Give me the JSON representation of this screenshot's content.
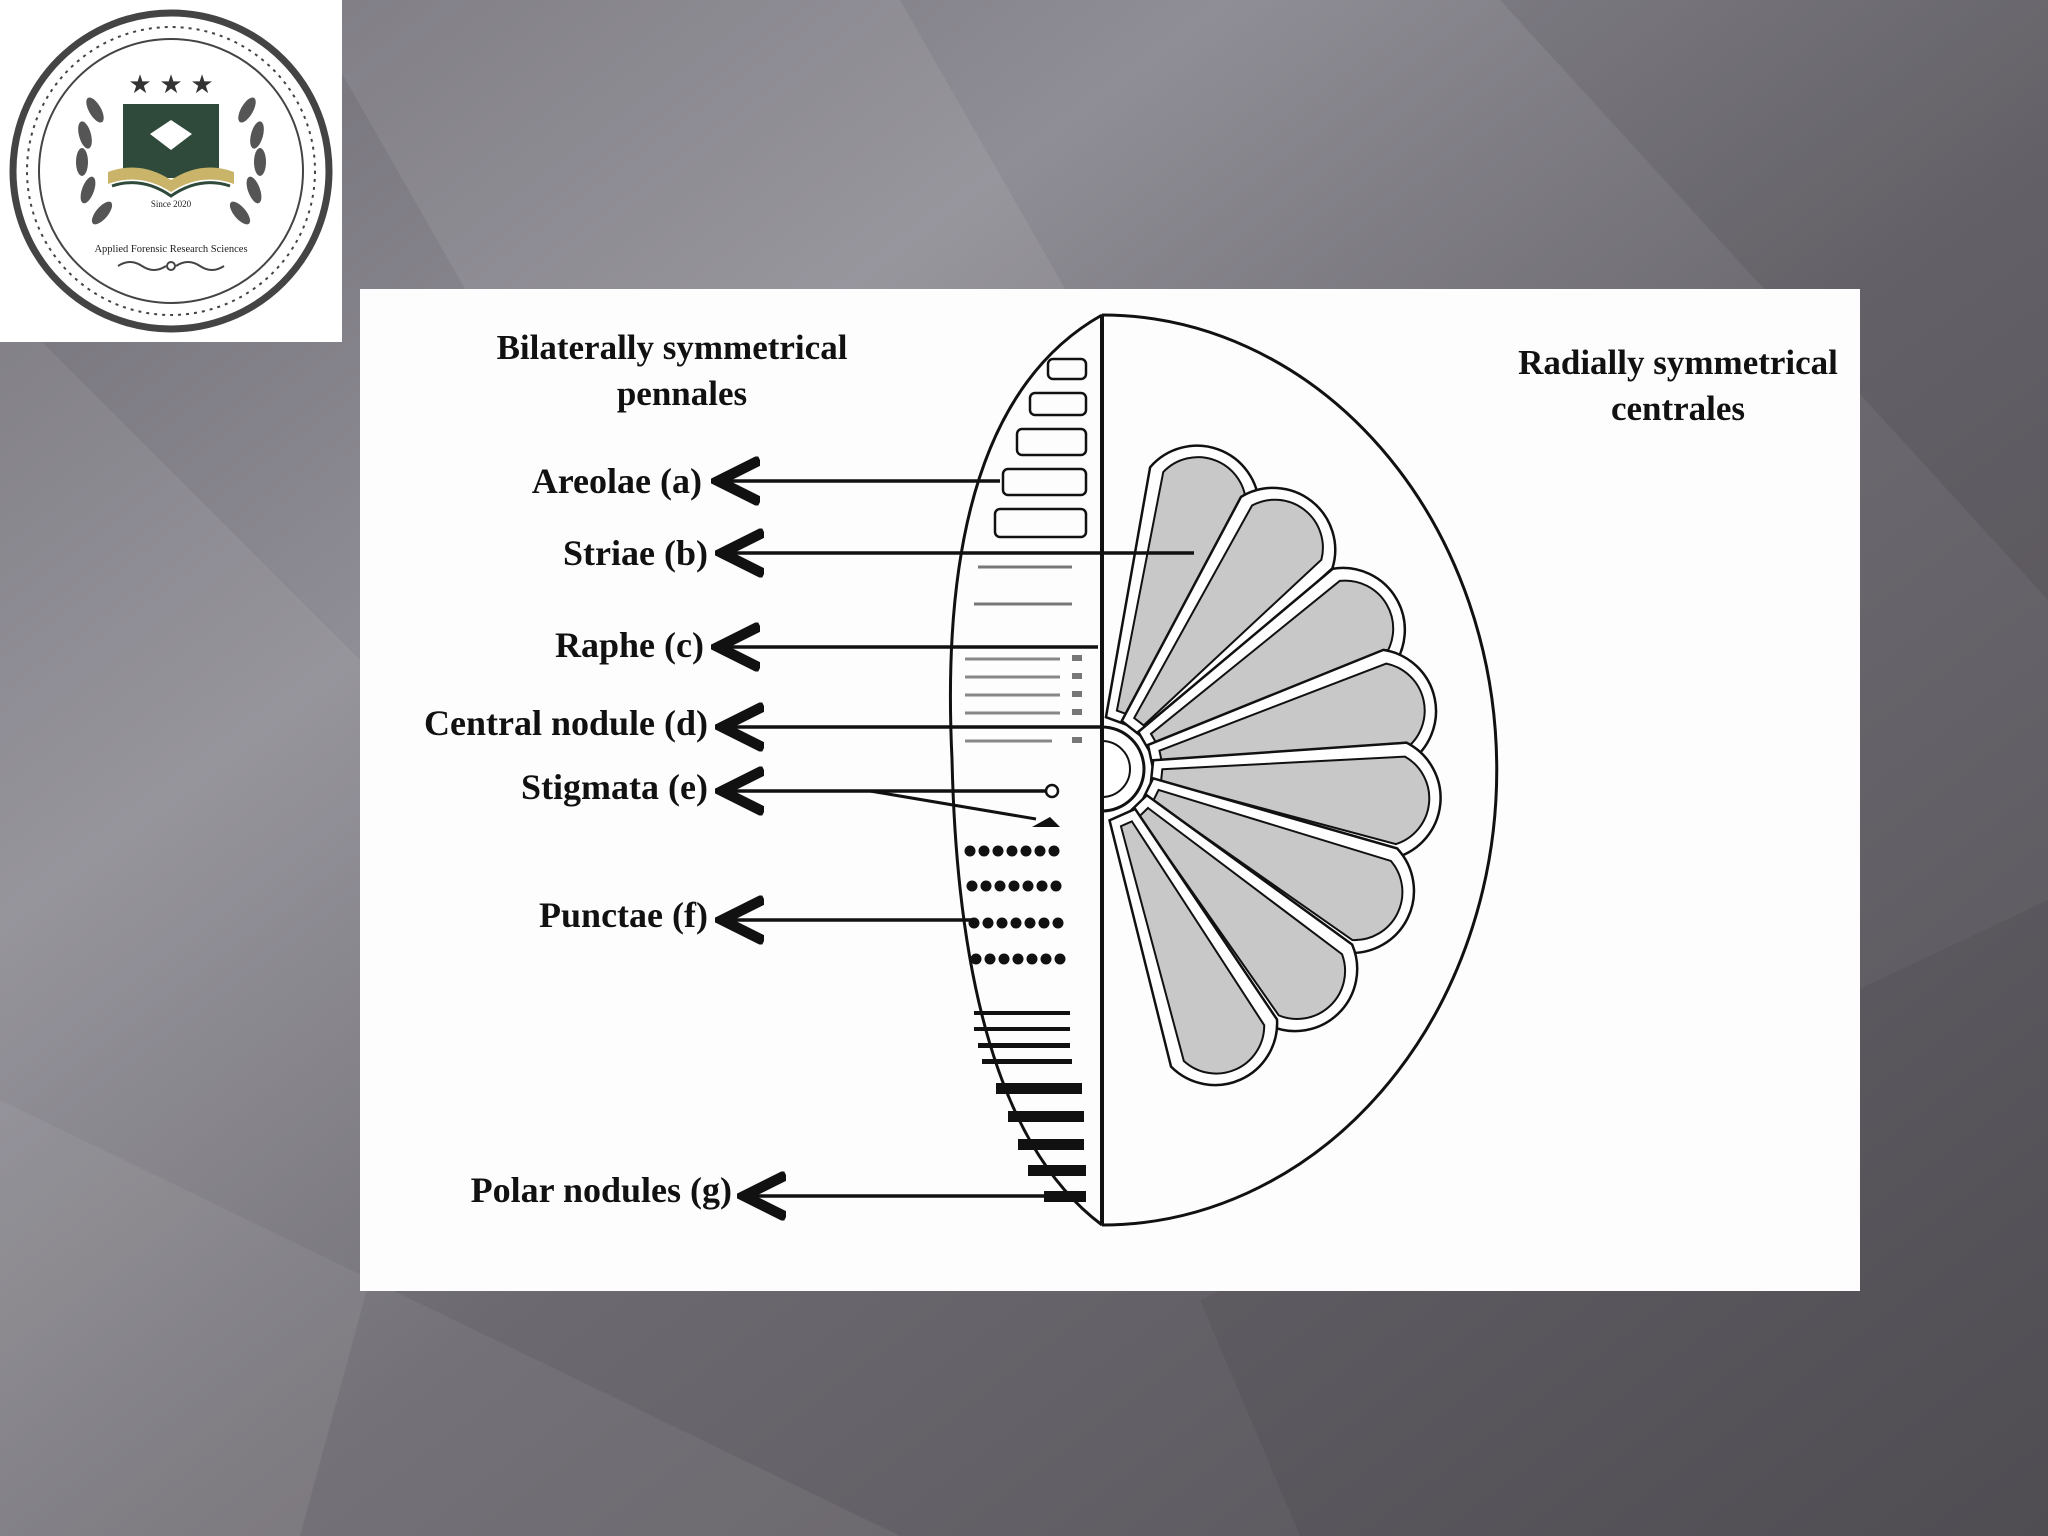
{
  "logo": {
    "since_text": "Since 2020",
    "org_name": "Applied Forensic Research Sciences"
  },
  "diagram": {
    "left_heading": [
      "Bilaterally symmetrical",
      "pennales"
    ],
    "right_heading": [
      "Radially symmetrical",
      "centrales"
    ],
    "labels": [
      "Areolae (a)",
      "Striae (b)",
      "Raphe (c)",
      "Central nodule (d)",
      "Stigmata (e)",
      "Punctae (f)",
      "Polar nodules (g)"
    ]
  },
  "colors": {
    "background_dark": "#5e5a62",
    "background_light": "#a9a8ae",
    "petal_fill": "#c8c8c8",
    "logo_green": "#2f4a3a",
    "logo_gold": "#c9b46a"
  }
}
